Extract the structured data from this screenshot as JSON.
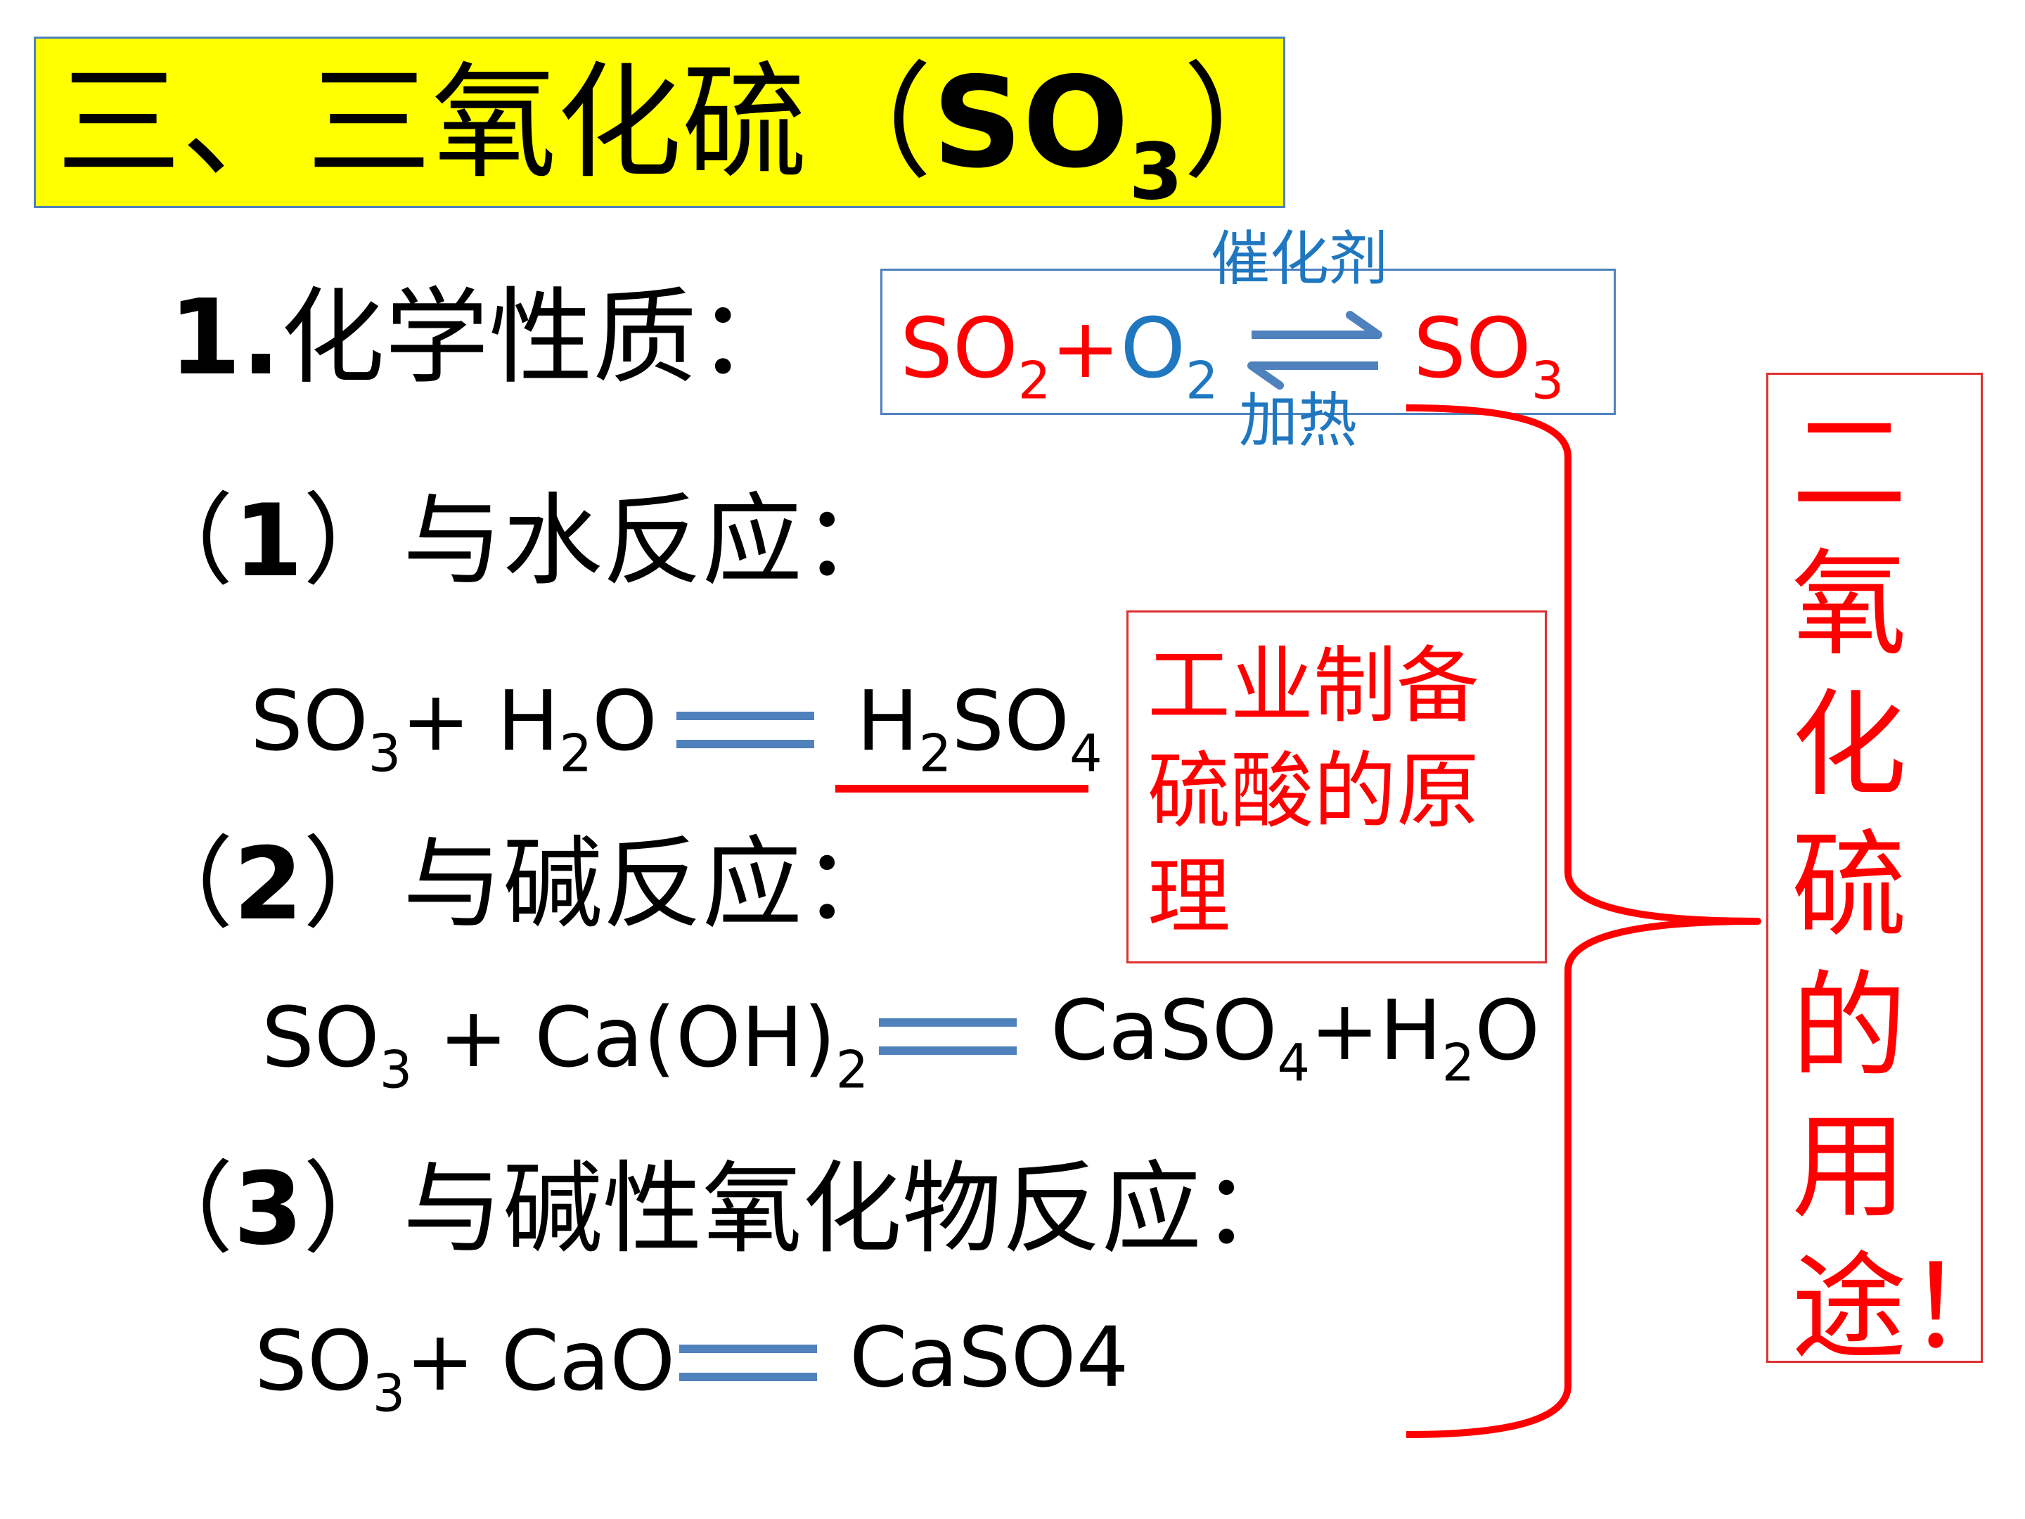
{
  "title": {
    "chinese": "三、三氧化硫",
    "open": "（",
    "formula": "SO",
    "sub": "3",
    "close": "）"
  },
  "heading": {
    "num": "1.",
    "text": "化学性质："
  },
  "equilibrium": {
    "so": "SO",
    "sub2": "2",
    "plus": "+",
    "o": "O",
    "osub": "2",
    "product": "SO",
    "psub": "3",
    "catalyst": "催化剂",
    "heat": "加热"
  },
  "sub1": {
    "open": "（",
    "num": "1",
    "close": "）",
    "text": "与水反应："
  },
  "eq_water": {
    "l1": "SO",
    "s1": "3",
    "l2": "+ H",
    "s2": "2",
    "l3": "O",
    "r1": "H",
    "rs1": "2",
    "r2": "SO",
    "rs2": "4"
  },
  "sub2": {
    "open": "（",
    "num": "2",
    "close": "）",
    "text": "与碱反应："
  },
  "eq_base": {
    "l1": "SO",
    "s1": "3",
    "l2": " + Ca(OH)",
    "s2": "2",
    "r1": "CaSO",
    "rs1": "4",
    "r2": "+H",
    "rs2": "2",
    "r3": "O"
  },
  "sub3": {
    "open": "（",
    "num": "3",
    "close": "）",
    "text": "与碱性氧化物反应："
  },
  "eq_oxide": {
    "l1": "SO",
    "s1": "3",
    "l2": "+ CaO",
    "r1": "CaSO4"
  },
  "note": "工业制备硫酸的原理",
  "usage": "二氧化硫的用途！",
  "colors": {
    "title_bg": "#ffff00",
    "red": "#ff0000",
    "blue": "#1f77c0",
    "sign": "#4f81bd"
  }
}
